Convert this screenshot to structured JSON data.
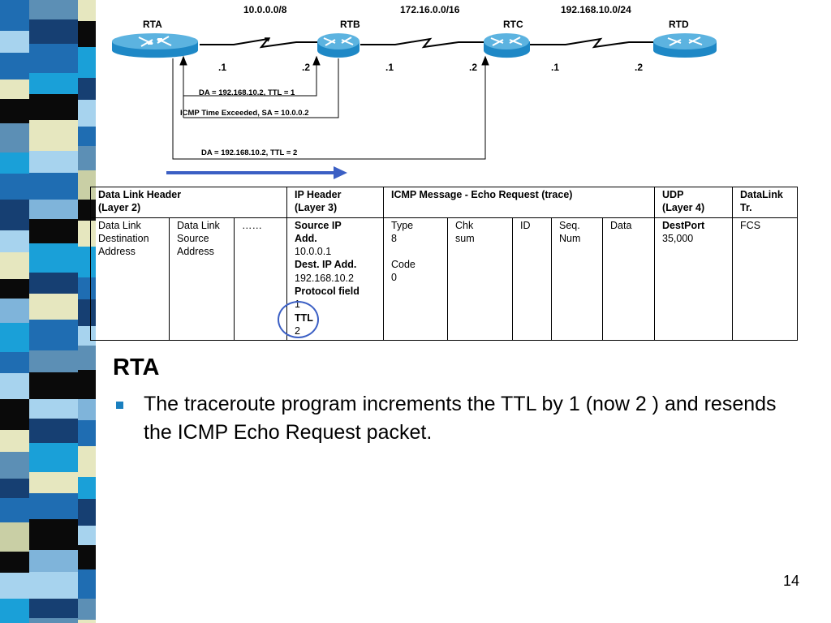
{
  "slide": {
    "heading": "RTA",
    "bullet": "The traceroute program increments the TTL by 1 (now 2 ) and resends the ICMP Echo Request packet.",
    "page_number": "14"
  },
  "colors": {
    "router_top": "#4da7d6",
    "router_body": "#1e88c6",
    "accent_blue": "#3b5fc4",
    "bullet_blue": "#1a7fbf",
    "strip_palette": [
      "#1f6db2",
      "#a7d3ee",
      "#e6e7bf",
      "#0a0a0a",
      "#5c8fb5",
      "#1aa0d8",
      "#163f72",
      "#7fb4da",
      "#c9cfa5"
    ]
  },
  "network": {
    "networks": [
      "10.0.0.0/8",
      "172.16.0.0/16",
      "192.168.10.0/24"
    ],
    "routers": [
      {
        "name": "RTA",
        "icon": "router-icon"
      },
      {
        "name": "RTB",
        "icon": "router-icon"
      },
      {
        "name": "RTC",
        "icon": "router-icon"
      },
      {
        "name": "RTD",
        "icon": "router-icon"
      }
    ],
    "interfaces": [
      ".1",
      ".2",
      ".1",
      ".2",
      ".1",
      ".2"
    ],
    "packet1": "DA = 192.168.10.2,   TTL = 1",
    "reply": "ICMP Time Exceeded, SA =  10.0.0.2",
    "packet2": "DA = 192.168.10.2,   TTL = 2"
  },
  "table": {
    "headers": {
      "dl": [
        "Data Link Header",
        "(Layer 2)"
      ],
      "ip": [
        "IP Header",
        "(Layer 3)"
      ],
      "icmp": "ICMP Message - Echo Request (trace)",
      "udp": [
        "UDP",
        "(Layer 4)"
      ],
      "dlt": [
        "DataLink",
        "Tr."
      ]
    },
    "cells": {
      "dl_dest": [
        "Data Link",
        "Destination",
        "Address"
      ],
      "dl_src": [
        "Data Link",
        "Source",
        "Address"
      ],
      "dl_more": "……",
      "ip": {
        "source_label": [
          "Source IP",
          "Add."
        ],
        "source_value": "10.0.0.1",
        "dest_label": "Dest. IP Add.",
        "dest_value": "192.168.10.2",
        "proto_label": "Protocol field",
        "proto_value": "1",
        "ttl_label": "TTL",
        "ttl_value": "2"
      },
      "type": [
        "Type",
        "8"
      ],
      "code": [
        "Code",
        "0"
      ],
      "chk": [
        "Chk",
        "sum"
      ],
      "id": "ID",
      "seq": [
        "Seq.",
        "Num"
      ],
      "data": "Data",
      "udp_label": "DestPort",
      "udp_value": "35,000",
      "fcs": "FCS"
    }
  }
}
